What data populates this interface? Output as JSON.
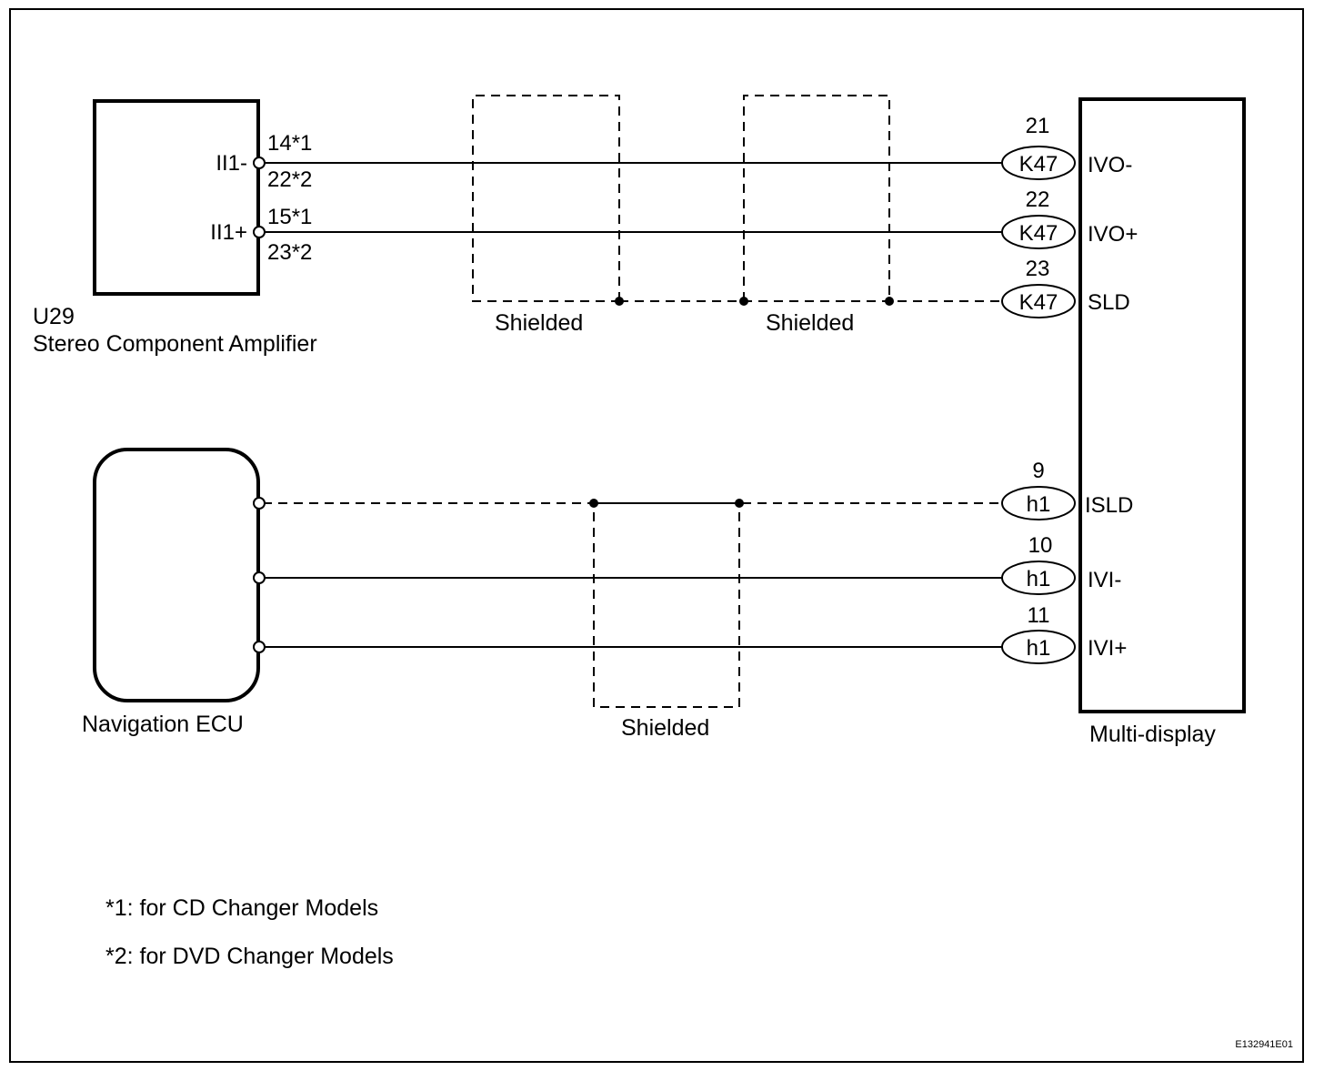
{
  "amplifier": {
    "code": "U29",
    "name": "Stereo Component Amplifier",
    "pins": [
      {
        "name": "II1-",
        "pin_cd": "14*1",
        "pin_dvd": "22*2"
      },
      {
        "name": "II1+",
        "pin_cd": "15*1",
        "pin_dvd": "23*2"
      }
    ]
  },
  "navigation_ecu": {
    "name": "Navigation ECU"
  },
  "multi_display": {
    "name": "Multi-display",
    "terminals": [
      {
        "pin": "21",
        "connector": "K47",
        "name": "IVO-"
      },
      {
        "pin": "22",
        "connector": "K47",
        "name": "IVO+"
      },
      {
        "pin": "23",
        "connector": "K47",
        "name": "SLD"
      },
      {
        "pin": "9",
        "connector": "h1",
        "name": "ISLD"
      },
      {
        "pin": "10",
        "connector": "h1",
        "name": "IVI-"
      },
      {
        "pin": "11",
        "connector": "h1",
        "name": "IVI+"
      }
    ]
  },
  "shield_labels": [
    "Shielded",
    "Shielded",
    "Shielded"
  ],
  "notes": [
    "*1: for CD Changer Models",
    "*2: for DVD Changer Models"
  ],
  "figure_code": "E132941E01"
}
